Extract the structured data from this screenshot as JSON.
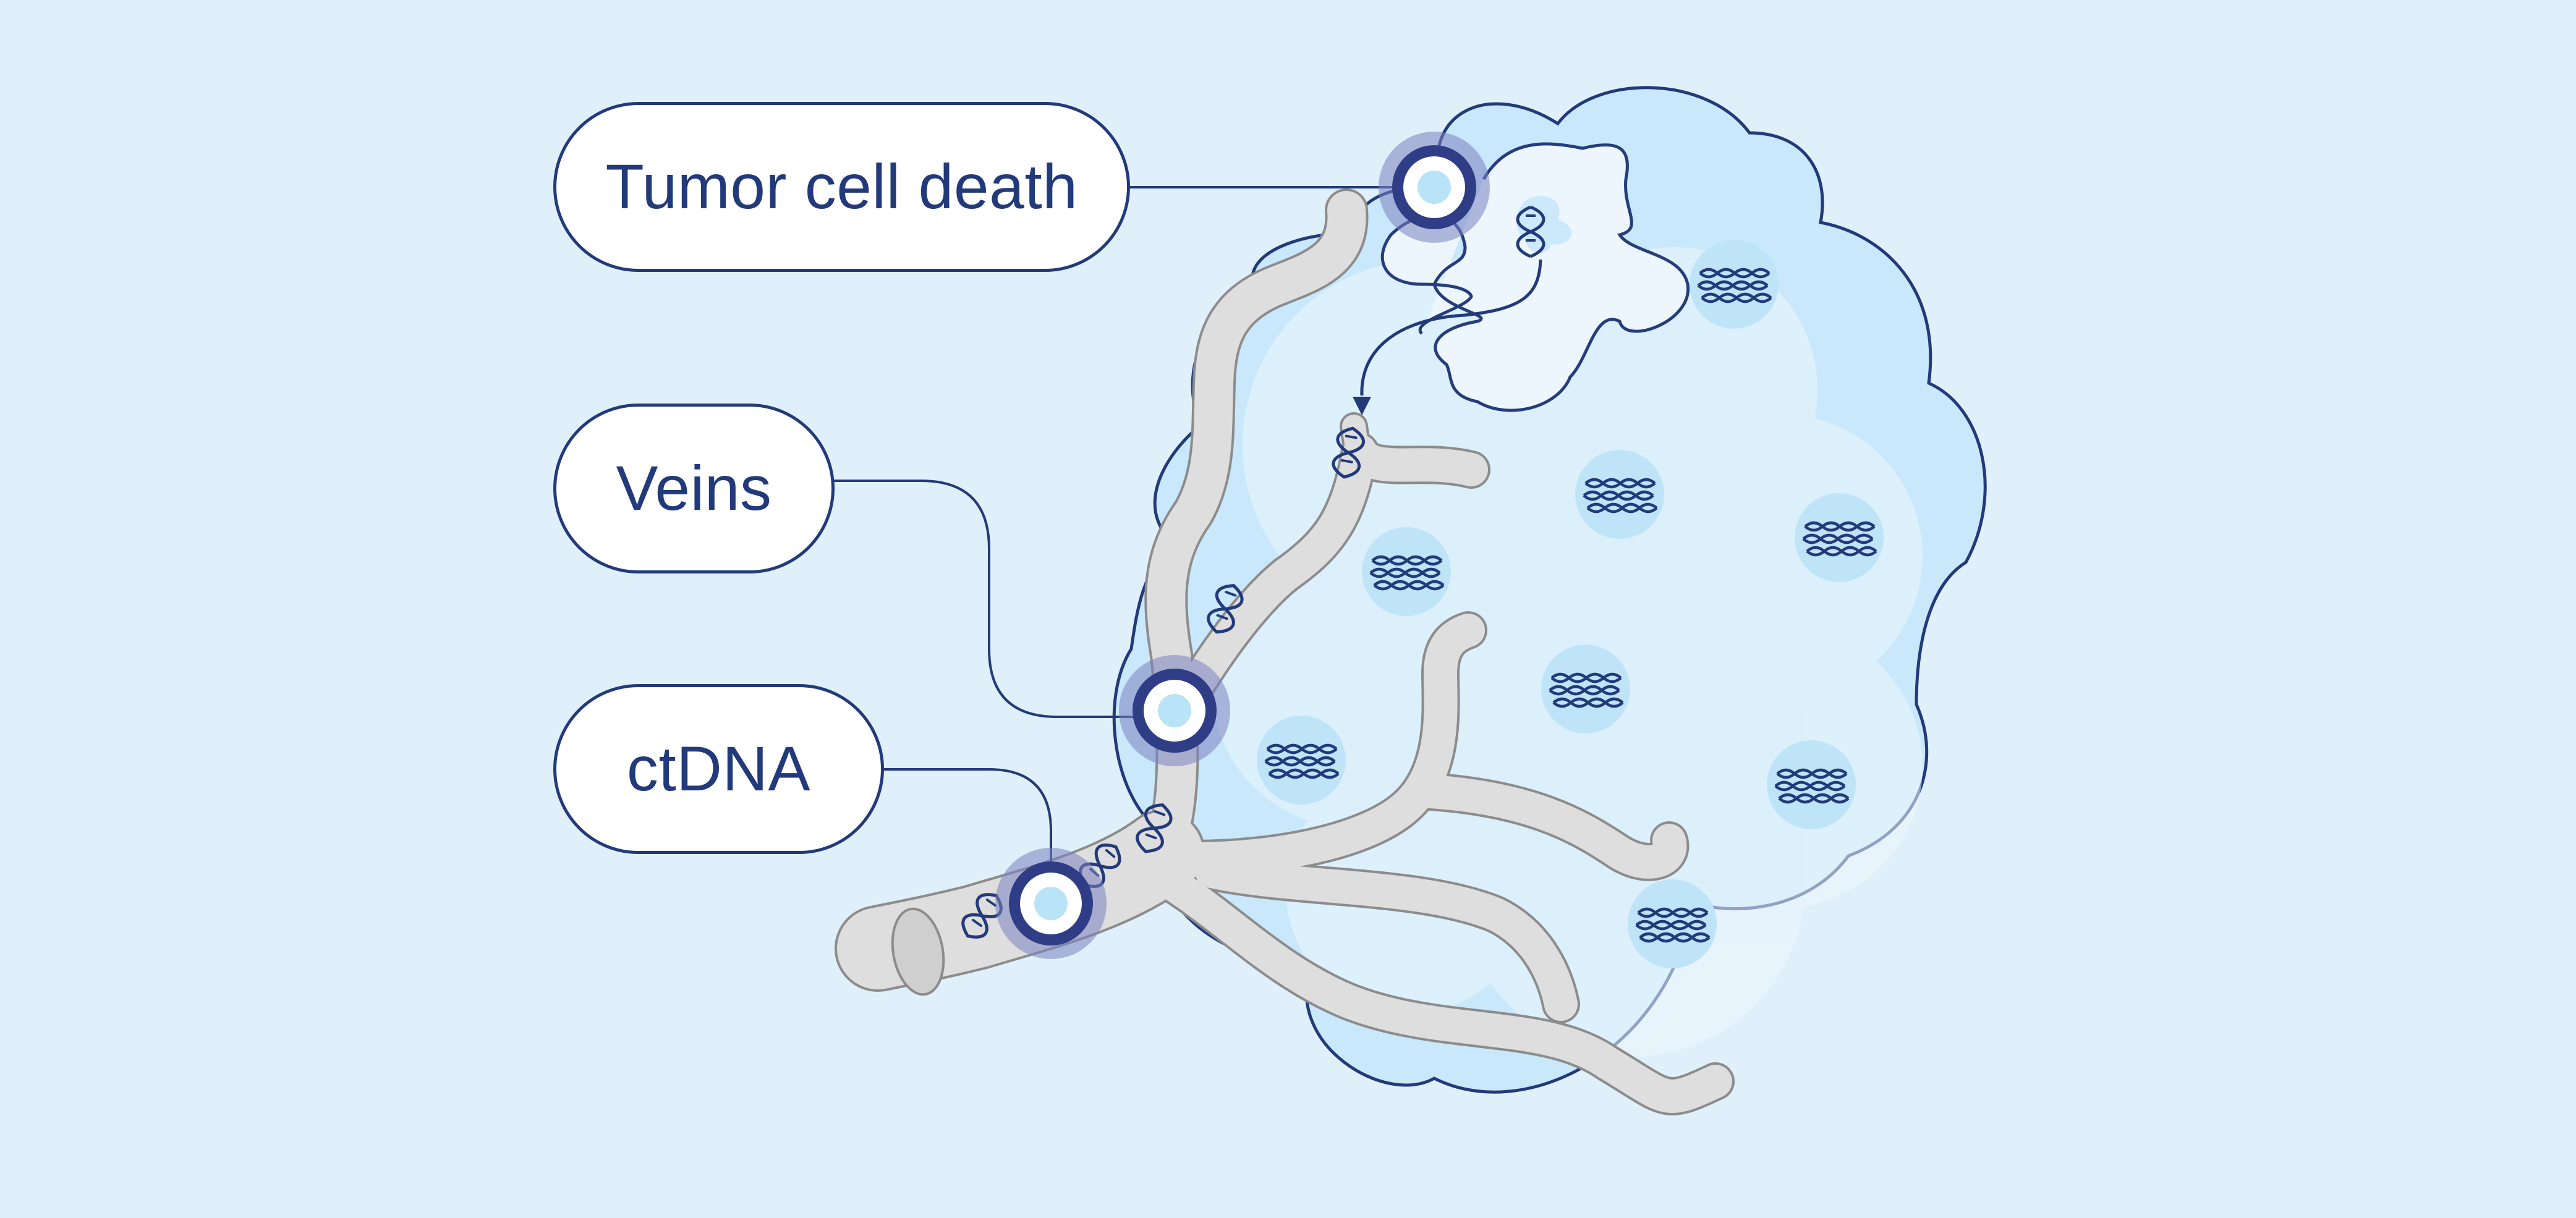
{
  "labels": {
    "tumor_cell_death": "Tumor cell death",
    "veins": "Veins",
    "ctdna": "ctDNA"
  },
  "colors": {
    "background": "#dff0fa",
    "outline": "#233a7a",
    "tumor_fill": "#c9e8fb",
    "cell_fill": "#ecf7fe",
    "nucleus": "#bfe4f8",
    "vein_fill": "#dedede",
    "vein_stroke": "#8c8c8c",
    "marker_halo": "#7a82c0",
    "marker_ring": "#2f3d86",
    "marker_center": "#b9e3f7"
  },
  "icons": [
    "dna-helix-icon",
    "chromatin-icon",
    "callout-marker-icon",
    "arrow-icon"
  ]
}
